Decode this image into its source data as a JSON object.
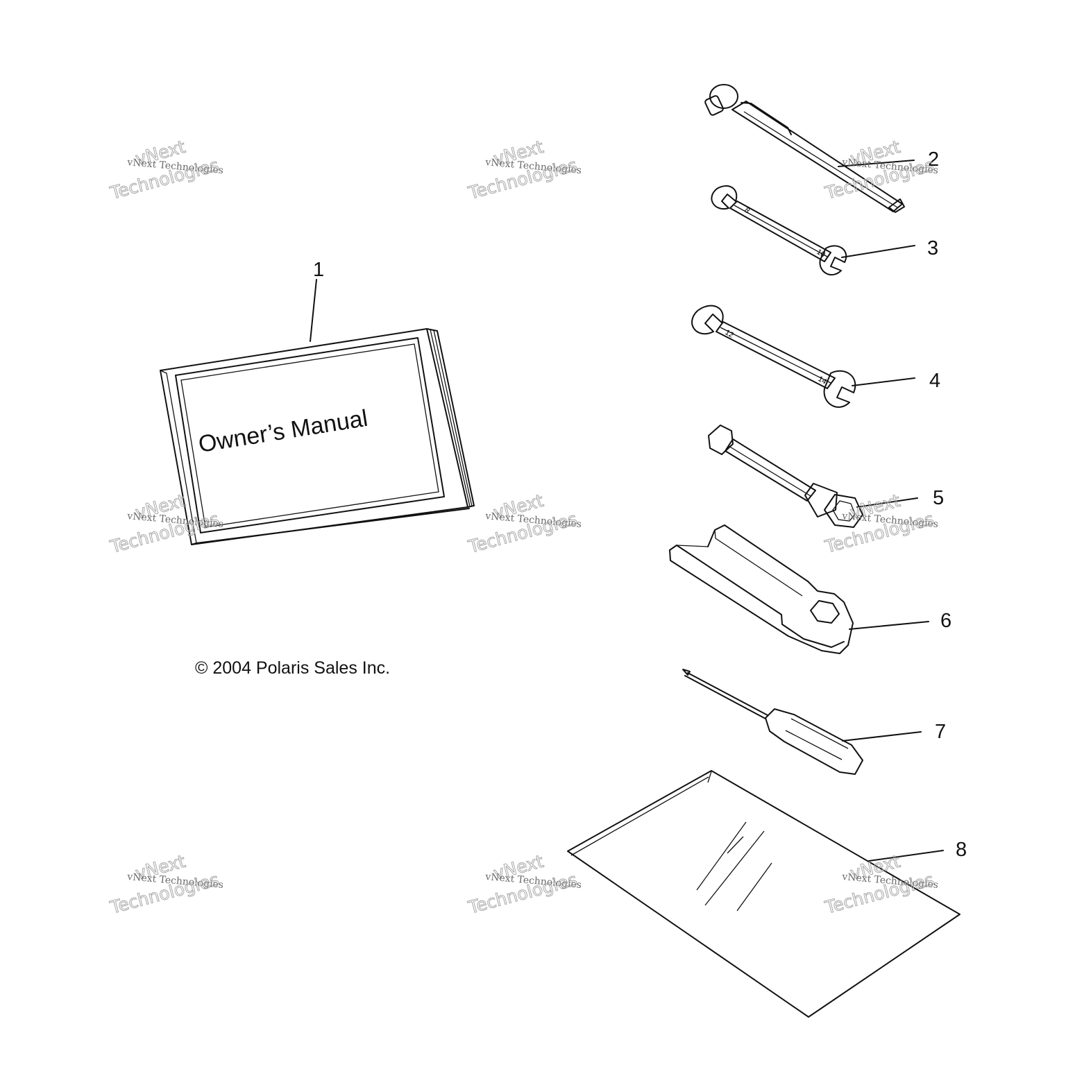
{
  "diagram": {
    "callouts": [
      "1",
      "2",
      "3",
      "4",
      "5",
      "6",
      "7",
      "8"
    ],
    "manual": {
      "cover_title": "Owner’s Manual"
    },
    "copyright": "© 2004 Polaris Sales Inc.",
    "wrench_sizes": {
      "part3_top": "8",
      "part3_bottom": "10",
      "part4_top": "12",
      "part4_bottom": "14"
    },
    "watermark": {
      "line1": "vNext",
      "line2": "vNext Technologies",
      "line3": "Technologies"
    }
  }
}
